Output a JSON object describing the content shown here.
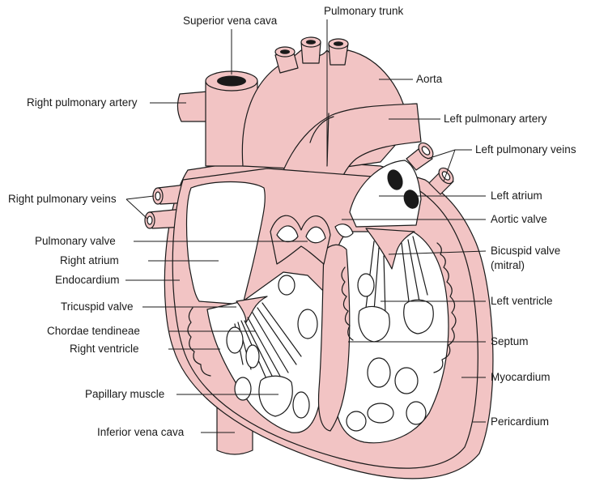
{
  "labels": {
    "superior_vena_cava": "Superior vena cava",
    "pulmonary_trunk": "Pulmonary trunk",
    "aorta": "Aorta",
    "right_pulmonary_artery": "Right pulmonary artery",
    "left_pulmonary_artery": "Left pulmonary artery",
    "left_pulmonary_veins": "Left pulmonary veins",
    "right_pulmonary_veins": "Right pulmonary veins",
    "left_atrium": "Left atrium",
    "aortic_valve": "Aortic valve",
    "pulmonary_valve": "Pulmonary valve",
    "bicuspid_valve": "Bicuspid valve",
    "bicuspid_valve_sub": "(mitral)",
    "right_atrium": "Right atrium",
    "endocardium": "Endocardium",
    "tricuspid_valve": "Tricuspid valve",
    "left_ventricle": "Left ventricle",
    "chordae_tendineae": "Chordae tendineae",
    "right_ventricle": "Right ventricle",
    "septum": "Septum",
    "myocardium": "Myocardium",
    "papillary_muscle": "Papillary muscle",
    "pericardium": "Pericardium",
    "inferior_vena_cava": "Inferior vena cava"
  },
  "colors": {
    "tissue": "#f2c4c4",
    "outline": "#1a1a1a",
    "chamber": "#ffffff"
  }
}
